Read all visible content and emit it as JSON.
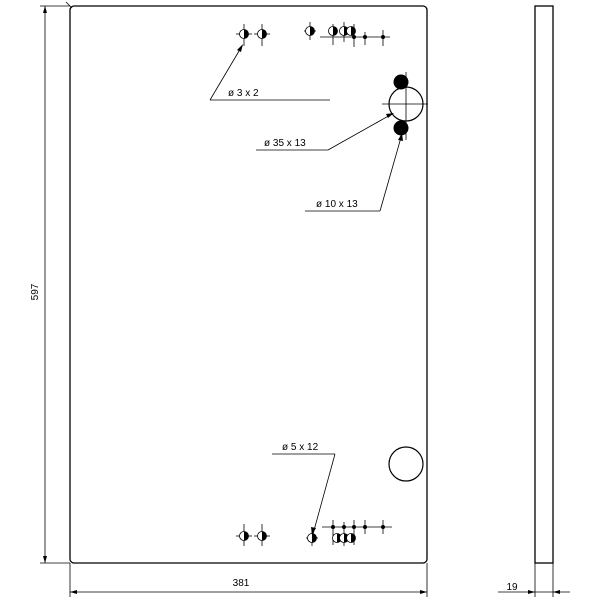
{
  "drawing": {
    "panel": {
      "height_label": "597",
      "width_label": "381",
      "thickness_label": "19"
    },
    "callouts": {
      "hinge_pilot": "ø 3 x 2",
      "hinge_cup": "ø 35 x 13",
      "dowel": "ø 10 x 13",
      "handle": "ø 5 x 12"
    }
  }
}
